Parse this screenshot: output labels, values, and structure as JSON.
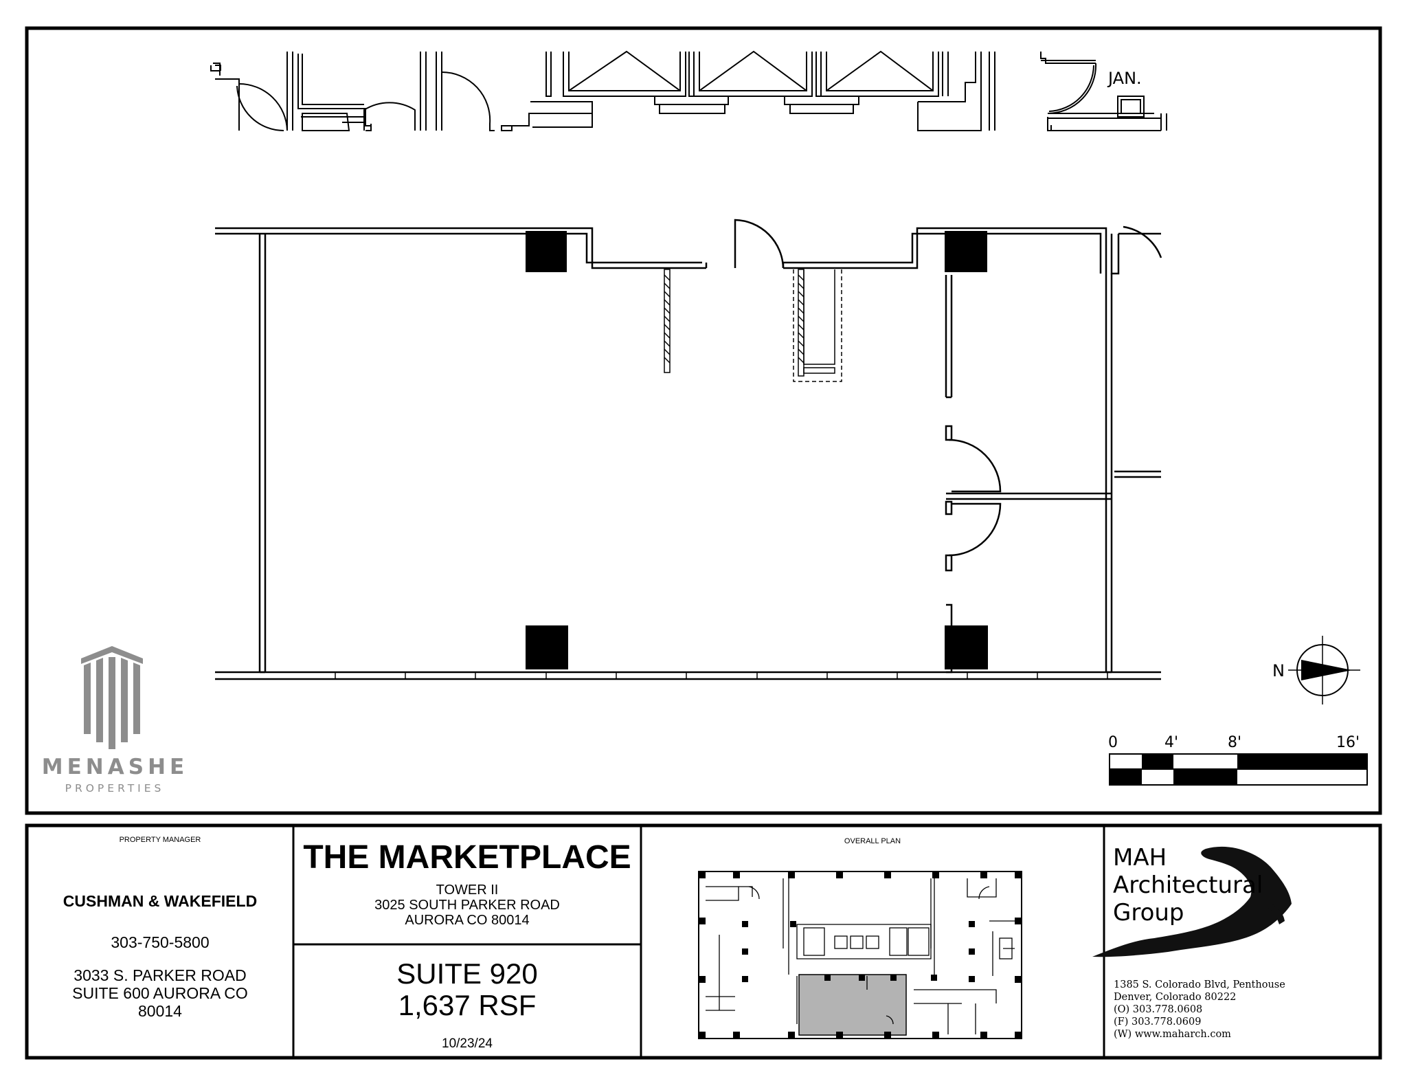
{
  "plan": {
    "janitor_label": "JAN.",
    "north_label": "N",
    "scale_labels": [
      "0",
      "4'",
      "8'",
      "16'"
    ]
  },
  "logo": {
    "name": "MENASHE",
    "subtitle": "PROPERTIES",
    "color": "#8d8d8d"
  },
  "title_block": {
    "property_manager_label": "PROPERTY MANAGER",
    "manager_name": "CUSHMAN & WAKEFIELD",
    "manager_phone": "303-750-5800",
    "manager_address_1": "3033 S. PARKER ROAD",
    "manager_address_2": "SUITE 600 AURORA CO",
    "manager_address_3": "80014",
    "project_title": "THE MARKETPLACE",
    "project_tower": "TOWER II",
    "project_address_1": "3025 SOUTH PARKER ROAD",
    "project_address_2": "AURORA CO 80014",
    "suite": "SUITE 920",
    "area": "1,637 RSF",
    "date": "10/23/24",
    "overall_plan_label": "OVERALL PLAN",
    "highlight_color": "#b3b3b3"
  },
  "architect": {
    "name_1": "MAH",
    "name_2": "Architectural",
    "name_3": "Group",
    "address_1": "1385 S. Colorado Blvd, Penthouse",
    "address_2": "Denver, Colorado 80222",
    "phone_o": "(O) 303.778.0608",
    "phone_f": "(F) 303.778.0609",
    "web": "(W) www.maharch.com"
  }
}
